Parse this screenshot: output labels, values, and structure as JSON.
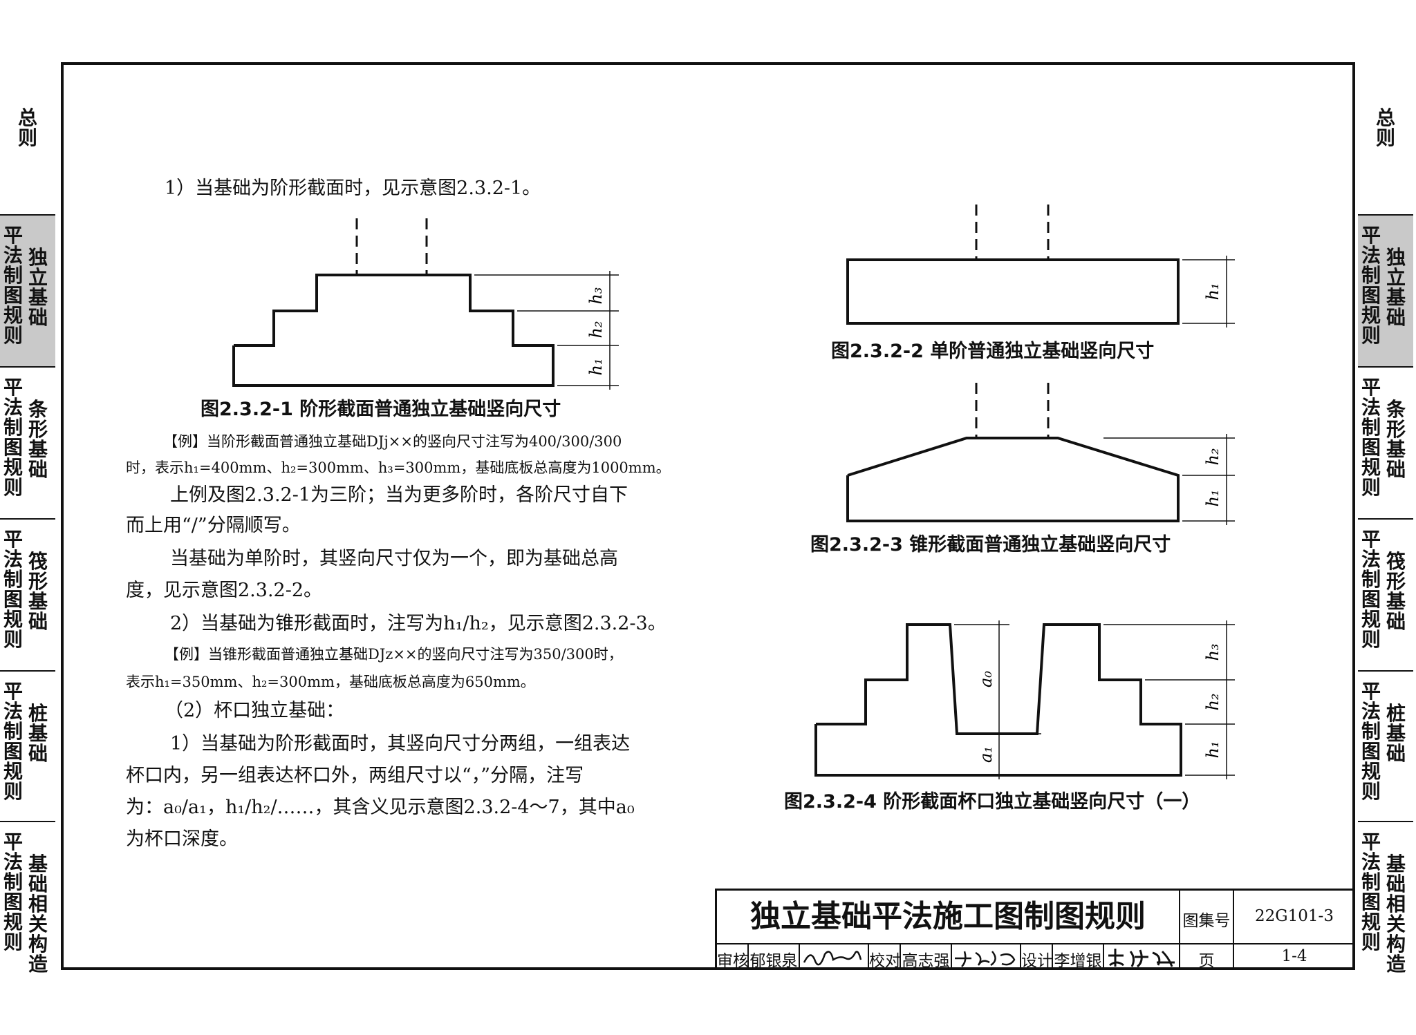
{
  "left_tabs": [
    {
      "col1": "总\n则",
      "col2": ""
    },
    {
      "col1": "平\n法\n制\n图\n规\n则",
      "col2": "独\n立\n基\n础"
    },
    {
      "col1": "平\n法\n制\n图\n规\n则",
      "col2": "条\n形\n基\n础"
    },
    {
      "col1": "平\n法\n制\n图\n规\n则",
      "col2": "筏\n形\n基\n础"
    },
    {
      "col1": "平\n法\n制\n图\n规\n则",
      "col2": "桩\n基\n础"
    },
    {
      "col1": "平\n法\n制\n图\n规\n则",
      "col2": "基\n础\n相\n关\n构\n造"
    }
  ],
  "right_tabs": [
    {
      "col1": "总\n则",
      "col2": ""
    },
    {
      "col1": "平\n法\n制\n图\n规\n则",
      "col2": "独\n立\n基\n础"
    },
    {
      "col1": "平\n法\n制\n图\n规\n则",
      "col2": "条\n形\n基\n础"
    },
    {
      "col1": "平\n法\n制\n图\n规\n则",
      "col2": "筏\n形\n基\n础"
    },
    {
      "col1": "平\n法\n制\n图\n规\n则",
      "col2": "桩\n基\n础"
    },
    {
      "col1": "平\n法\n制\n图\n规\n则",
      "col2": "基\n础\n相\n关\n构\n造"
    }
  ],
  "body": {
    "p1": "1）当基础为阶形截面时，见示意图2.3.2-1。",
    "ex1_line1": "【例】当阶形截面普通独立基础DJj××的竖向尺寸注写为400/300/300",
    "ex1_line2": "时，表示h₁=400mm、h₂=300mm、h₃=300mm，基础底板总高度为1000mm。",
    "p2_line1": "上例及图2.3.2-1为三阶；当为更多阶时，各阶尺寸自下",
    "p2_line2": "而上用“/”分隔顺写。",
    "p3_line1": "当基础为单阶时，其竖向尺寸仅为一个，即为基础总高",
    "p3_line2": "度，见示意图2.3.2-2。",
    "p4": "2）当基础为锥形截面时，注写为h₁/h₂，见示意图2.3.2-3。",
    "ex2_line1": "【例】当锥形截面普通独立基础DJz××的竖向尺寸注写为350/300时，",
    "ex2_line2": "表示h₁=350mm、h₂=300mm，基础底板总高度为650mm。",
    "p5": "（2）杯口独立基础：",
    "p6_line1": "1）当基础为阶形截面时，其竖向尺寸分两组，一组表达",
    "p6_line2": "杯口内，另一组表达杯口外，两组尺寸以“，”分隔，注写",
    "p6_line3": "为：a₀/a₁，h₁/h₂/……，其含义见示意图2.3.2-4～7，其中a₀",
    "p6_line4": "为杯口深度。"
  },
  "figures": {
    "fig1_caption": "图2.3.2-1 阶形截面普通独立基础竖向尺寸",
    "fig2_caption": "图2.3.2-2 单阶普通独立基础竖向尺寸",
    "fig3_caption": "图2.3.2-3 锥形截面普通独立基础竖向尺寸",
    "fig4_caption": "图2.3.2-4 阶形截面杯口独立基础竖向尺寸（一）",
    "labels": {
      "h1": "h₁",
      "h2": "h₂",
      "h3": "h₃",
      "a0": "a₀",
      "a1": "a₁"
    }
  },
  "title_block": {
    "title": "独立基础平法施工图制图规则",
    "atlas_label": "图集号",
    "atlas_no": "22G101-3",
    "page_label": "页",
    "page_no": "1-4",
    "review_label": "审核",
    "reviewer": "郁银泉",
    "check_label": "校对",
    "checker": "高志强",
    "design_label": "设计",
    "designer": "李增银"
  }
}
